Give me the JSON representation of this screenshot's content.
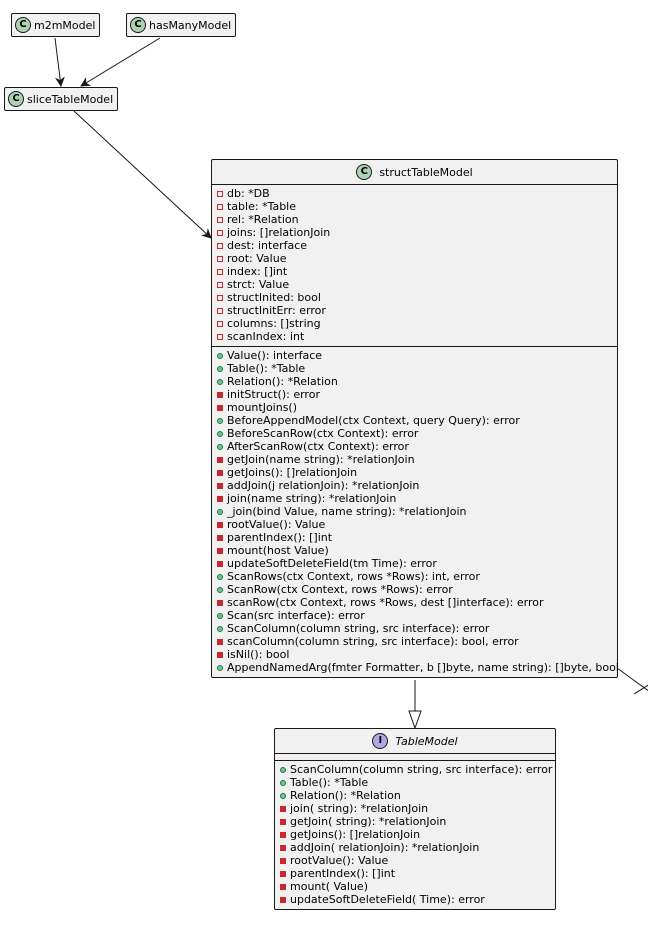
{
  "nodes": {
    "m2m": {
      "name": "m2mModel",
      "badge": "C"
    },
    "hasMany": {
      "name": "hasManyModel",
      "badge": "C"
    },
    "slice": {
      "name": "sliceTableModel",
      "badge": "C"
    },
    "struct": {
      "name": "structTableModel",
      "badge": "C",
      "fields": [
        {
          "vis": "private",
          "text": "db: *DB"
        },
        {
          "vis": "private",
          "text": "table: *Table"
        },
        {
          "vis": "private",
          "text": "rel: *Relation"
        },
        {
          "vis": "private",
          "text": "joins: []relationJoin"
        },
        {
          "vis": "private",
          "text": "dest: interface"
        },
        {
          "vis": "private",
          "text": "root: Value"
        },
        {
          "vis": "private",
          "text": "index: []int"
        },
        {
          "vis": "private",
          "text": "strct: Value"
        },
        {
          "vis": "private",
          "text": "structInited: bool"
        },
        {
          "vis": "private",
          "text": "structInitErr: error"
        },
        {
          "vis": "private",
          "text": "columns: []string"
        },
        {
          "vis": "private",
          "text": "scanIndex: int"
        }
      ],
      "methods": [
        {
          "vis": "public",
          "text": "Value(): interface"
        },
        {
          "vis": "public",
          "text": "Table(): *Table"
        },
        {
          "vis": "public",
          "text": "Relation(): *Relation"
        },
        {
          "vis": "private",
          "text": "initStruct(): error"
        },
        {
          "vis": "private",
          "text": "mountJoins()"
        },
        {
          "vis": "public",
          "text": "BeforeAppendModel(ctx Context, query Query): error"
        },
        {
          "vis": "public",
          "text": "BeforeScanRow(ctx Context): error"
        },
        {
          "vis": "public",
          "text": "AfterScanRow(ctx Context): error"
        },
        {
          "vis": "private",
          "text": "getJoin(name string): *relationJoin"
        },
        {
          "vis": "private",
          "text": "getJoins(): []relationJoin"
        },
        {
          "vis": "private",
          "text": "addJoin(j relationJoin): *relationJoin"
        },
        {
          "vis": "private",
          "text": "join(name string): *relationJoin"
        },
        {
          "vis": "public",
          "text": "_join(bind Value, name string): *relationJoin"
        },
        {
          "vis": "private",
          "text": "rootValue(): Value"
        },
        {
          "vis": "private",
          "text": "parentIndex(): []int"
        },
        {
          "vis": "private",
          "text": "mount(host Value)"
        },
        {
          "vis": "private",
          "text": "updateSoftDeleteField(tm Time): error"
        },
        {
          "vis": "public",
          "text": "ScanRows(ctx Context, rows *Rows): int, error"
        },
        {
          "vis": "public",
          "text": "ScanRow(ctx Context, rows *Rows): error"
        },
        {
          "vis": "private",
          "text": "scanRow(ctx Context, rows *Rows, dest []interface): error"
        },
        {
          "vis": "public",
          "text": "Scan(src interface): error"
        },
        {
          "vis": "public",
          "text": "ScanColumn(column string, src interface): error"
        },
        {
          "vis": "private",
          "text": "scanColumn(column string, src interface): bool, error"
        },
        {
          "vis": "private",
          "text": "isNil(): bool"
        },
        {
          "vis": "public",
          "text": "AppendNamedArg(fmter Formatter, b []byte, name string): []byte, bool"
        }
      ]
    },
    "tableModel": {
      "name": "TableModel",
      "badge": "I",
      "methods": [
        {
          "vis": "public",
          "text": "ScanColumn(column string, src interface): error"
        },
        {
          "vis": "public",
          "text": "Table(): *Table"
        },
        {
          "vis": "public",
          "text": "Relation(): *Relation"
        },
        {
          "vis": "private",
          "text": "join( string): *relationJoin"
        },
        {
          "vis": "private",
          "text": "getJoin( string): *relationJoin"
        },
        {
          "vis": "private",
          "text": "getJoins(): []relationJoin"
        },
        {
          "vis": "private",
          "text": "addJoin( relationJoin): *relationJoin"
        },
        {
          "vis": "private",
          "text": "rootValue(): Value"
        },
        {
          "vis": "private",
          "text": "parentIndex(): []int"
        },
        {
          "vis": "private",
          "text": "mount( Value)"
        },
        {
          "vis": "private",
          "text": "updateSoftDeleteField( Time): error"
        }
      ]
    }
  },
  "edges": [
    {
      "from": "m2mModel",
      "to": "sliceTableModel",
      "type": "association"
    },
    {
      "from": "hasManyModel",
      "to": "sliceTableModel",
      "type": "association"
    },
    {
      "from": "sliceTableModel",
      "to": "structTableModel",
      "type": "association"
    },
    {
      "from": "structTableModel",
      "to": "TableModel",
      "type": "realization"
    }
  ],
  "colors": {
    "box_fill": "#f1f1f1",
    "border": "#181818",
    "class_badge": "#add1b2",
    "interface_badge": "#b4a7e5",
    "public_fill": "#84be84",
    "public_border": "#038048",
    "private_color": "#c82930"
  }
}
